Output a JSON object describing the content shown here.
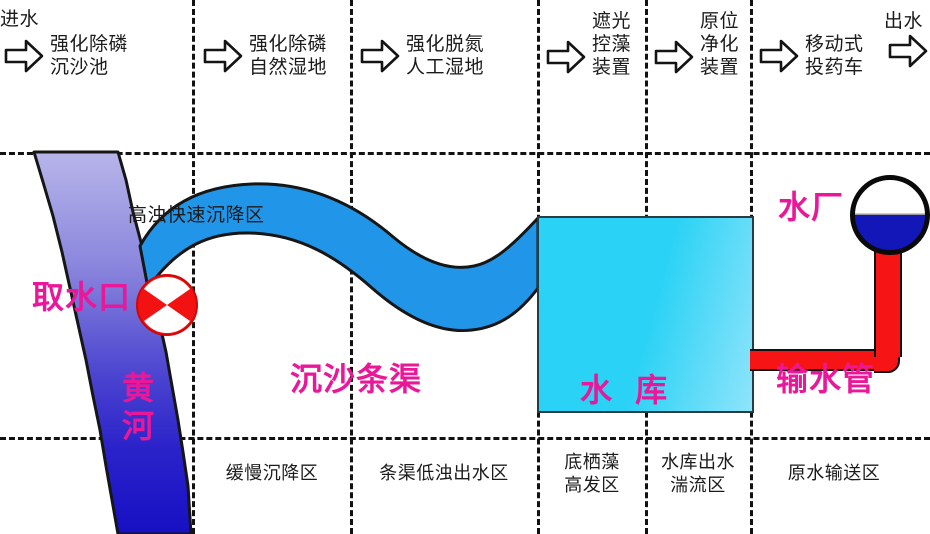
{
  "diagram": {
    "title_semantic": "yellow-river-water-supply-treatment-process-diagram",
    "colors": {
      "magenta_label": "#ea1799",
      "river_top": "#b0aee6",
      "river_bottom": "#1a14cc",
      "channel_blue": "#2196e8",
      "reservoir_cyan": "#2ad2f5",
      "pipe_red": "#f61414",
      "plant_blue": "#1417b8",
      "intake_red": "#f21212",
      "grid_dash": "#121212",
      "text_dark": "#1b1b1b"
    }
  },
  "process_row": {
    "inlet_label": "进水",
    "outlet_label": "出水",
    "steps": [
      {
        "label": "强化除磷\n沉沙池"
      },
      {
        "label": "强化除磷\n自然湿地"
      },
      {
        "label": "强化脱氮\n人工湿地"
      },
      {
        "label": "遮光\n控藻\n装置"
      },
      {
        "label": "原位\n净化\n装置"
      },
      {
        "label": "移动式\n投药车"
      }
    ]
  },
  "zone_row": {
    "zones": [
      {
        "label": "缓慢沉降区"
      },
      {
        "label": "条渠低浊出水区"
      },
      {
        "label": "底栖藻\n高发区"
      },
      {
        "label": "水库出水\n湍流区"
      },
      {
        "label": "原水输送区"
      }
    ]
  },
  "map": {
    "river_label": "黄\n河",
    "intake_label": "取水口",
    "settling_note": "高浊快速沉降区",
    "channel_label": "沉沙条渠",
    "reservoir_label": "水 库",
    "pipeline_label": "输水管",
    "plant_label": "水厂"
  }
}
